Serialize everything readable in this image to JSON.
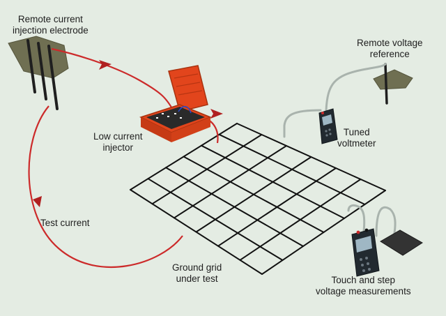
{
  "colors": {
    "background": "#e4ece3",
    "current_path": "#cc2a2a",
    "arrow": "#b02020",
    "grid": "#111111",
    "injector_case": "#e2451c",
    "ground_patch": "#6f6f52",
    "probe_wire": "#a9b3ad",
    "meter_body": "#222a30",
    "meter_display": "#9fb7c4",
    "step_plate": "#333333"
  },
  "labels": {
    "remote_current_electrode": "Remote current\ninjection electrode",
    "remote_voltage_reference": "Remote voltage\nreference",
    "low_current_injector": "Low current\ninjector",
    "tuned_voltmeter": "Tuned\nvoltmeter",
    "test_current": "Test current",
    "ground_grid": "Ground grid\nunder test",
    "touch_step": "Touch and step\nvoltage measurements"
  },
  "icons": {
    "electrode": "ground-rod-icon",
    "injector": "injector-case-icon",
    "voltmeter": "voltmeter-icon",
    "arrow": "direction-arrow-icon",
    "plate": "contact-plate-icon"
  }
}
